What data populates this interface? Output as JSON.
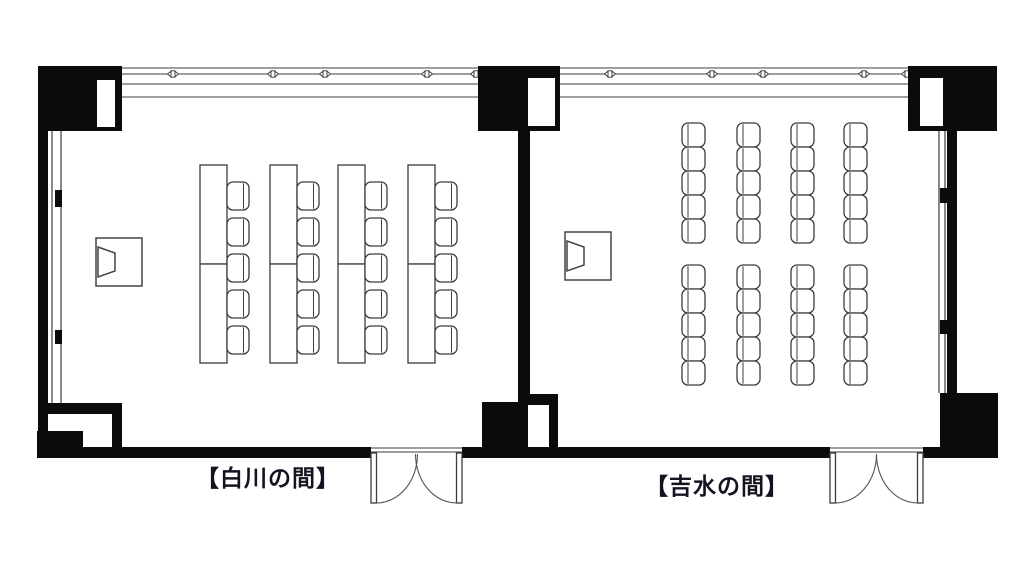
{
  "rooms": [
    {
      "name": "【白川の間】",
      "layout": "classroom",
      "table_columns": 4,
      "tables": 8,
      "chairs_per_column": 5,
      "chairs": 20,
      "features": [
        "projector-screen-icon",
        "double-door",
        "window-wall",
        "curtain-track"
      ]
    },
    {
      "name": "【吉水の間】",
      "layout": "theater",
      "chair_columns": 4,
      "chair_groups": 2,
      "chairs_per_column_group": 5,
      "chairs": 40,
      "features": [
        "projector-screen-icon",
        "double-door",
        "window-wall",
        "curtain-track"
      ]
    }
  ],
  "colors": {
    "background": "#ffffff",
    "wall": "#0b0b0b",
    "line": "#3c3c3c",
    "label_text": "#141420"
  }
}
